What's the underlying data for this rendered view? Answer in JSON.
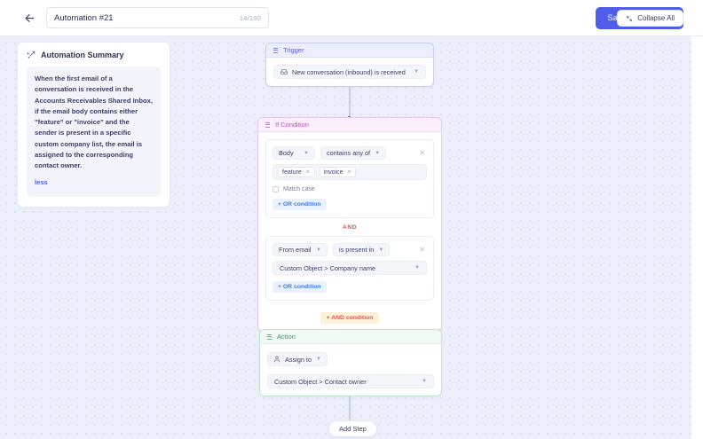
{
  "topbar": {
    "back_icon": "arrow-left-icon",
    "title_value": "Automation #21",
    "title_placeholder": "Automation name",
    "char_count": "14/100",
    "save_label": "Save and enable"
  },
  "canvas": {
    "collapse_all_label": "Collapse All",
    "add_step_label": "Add Step"
  },
  "summary": {
    "icon": "magic-wand-icon",
    "title": "Automation Summary",
    "text": "When the first email of a conversation is received in the Accounts Receivables Shared Inbox, if the email body contains either \"feature\" or \"invoice\" and the sender is present in a specific custom company list, the email is assigned to the corresponding contact owner.",
    "toggle_label": "less"
  },
  "flow": {
    "trigger": {
      "header": "Trigger",
      "accent": "#5560c9",
      "event_icon": "inbox-icon",
      "event_label": "New conversation (inbound) is received"
    },
    "if_condition": {
      "header": "If Condition",
      "accent": "#b553c4",
      "join_label": "AND",
      "add_and_label": "+ AND condition",
      "groups": [
        {
          "field": "Body",
          "operator": "contains any of",
          "tags": [
            "feature",
            "invoice"
          ],
          "match_case_label": "Match case",
          "match_case_checked": false,
          "add_or_label": "+ OR condition"
        },
        {
          "field": "From email",
          "operator": "is present in",
          "value": "Custom Object > Company name",
          "add_or_label": "+ OR condition"
        }
      ]
    },
    "action": {
      "header": "Action",
      "accent": "#2f9f63",
      "action_icon": "person-icon",
      "action_label": "Assign to",
      "value": "Custom Object > Contact owner"
    }
  }
}
